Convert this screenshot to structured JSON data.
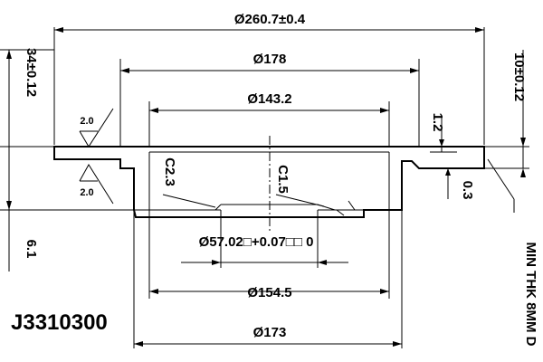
{
  "part_number": "J3310300",
  "dims": {
    "outer_diameter": "Ø260.7±0.4",
    "diameter_178": "Ø178",
    "diameter_143": "Ø143.2",
    "bore": "Ø57.02□+0.07□□ 0",
    "diameter_154": "Ø154.5",
    "diameter_173": "Ø173",
    "height_total": "34±0.12",
    "thickness": "10±0.12",
    "step_12": "1.2",
    "step_03": "0.3",
    "bottom_61": "6.1",
    "chamfer_c23": "C2.3",
    "chamfer_c15": "C1.5",
    "roughness_top": "2.0",
    "roughness_bottom": "2.0",
    "min_thickness": "MIN THK 8MM D"
  }
}
